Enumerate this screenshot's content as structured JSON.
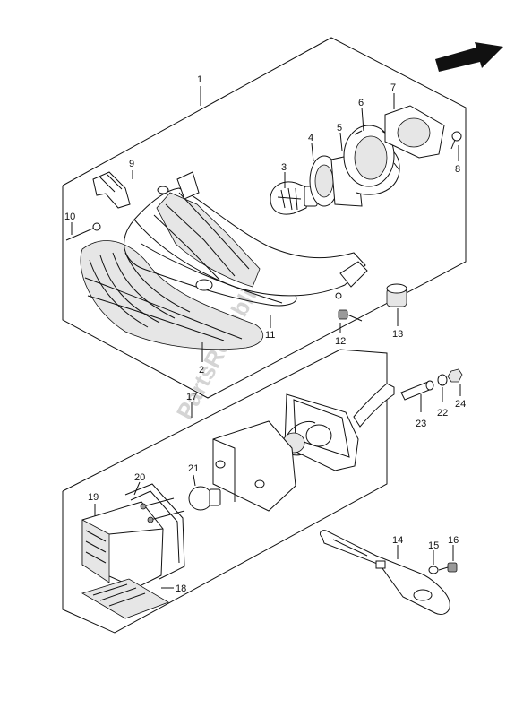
{
  "watermark": "PartsRepublik",
  "labels": {
    "p1": "1",
    "p2": "2",
    "p3": "3",
    "p4": "4",
    "p5": "5",
    "p6": "6",
    "p7": "7",
    "p8": "8",
    "p9": "9",
    "p10": "10",
    "p11": "11",
    "p12": "12",
    "p13": "13",
    "p14": "14",
    "p15": "15",
    "p16": "16",
    "p17": "17",
    "p18": "18",
    "p19": "19",
    "p20": "20",
    "p21": "21",
    "p22": "22",
    "p23": "23",
    "p24": "24"
  },
  "icons": {
    "direction_arrow": "arrow-up-right-icon"
  }
}
